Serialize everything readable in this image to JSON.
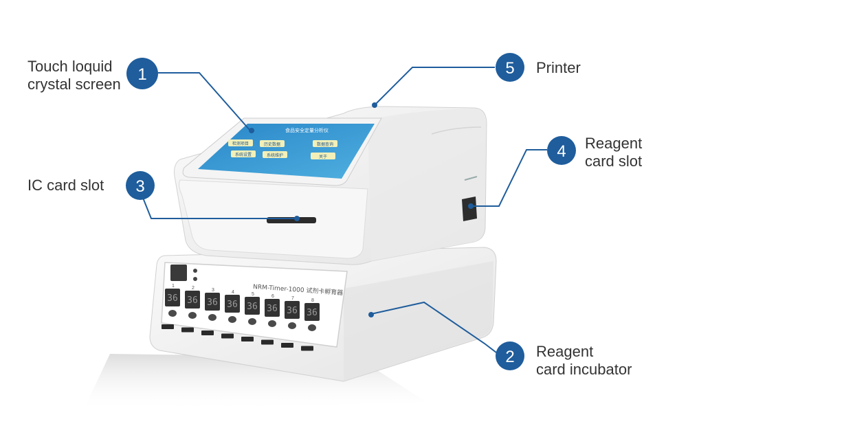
{
  "colors": {
    "accent": "#1f5d9c",
    "leader": "#1f5d9c",
    "label_text": "#333333"
  },
  "callouts": [
    {
      "number": "1",
      "lines": [
        "Touch loquid",
        "crystal screen"
      ]
    },
    {
      "number": "2",
      "lines": [
        "Reagent",
        "card incubator"
      ]
    },
    {
      "number": "3",
      "lines": [
        "IC card slot"
      ]
    },
    {
      "number": "4",
      "lines": [
        "Reagent",
        "card slot"
      ]
    },
    {
      "number": "5",
      "lines": [
        "Printer"
      ]
    }
  ],
  "device": {
    "incubator_label": "NRM-Timer-1000 试剂卡孵育器",
    "screen_title": "食品安全定量分析仪",
    "screen_buttons": [
      "检测项目",
      "历史数据",
      "数据查询",
      "系统设置",
      "系统维护",
      "关于"
    ],
    "slot_numbers": [
      "1",
      "2",
      "3",
      "4",
      "5",
      "6",
      "7",
      "8"
    ],
    "display_value": "36"
  }
}
